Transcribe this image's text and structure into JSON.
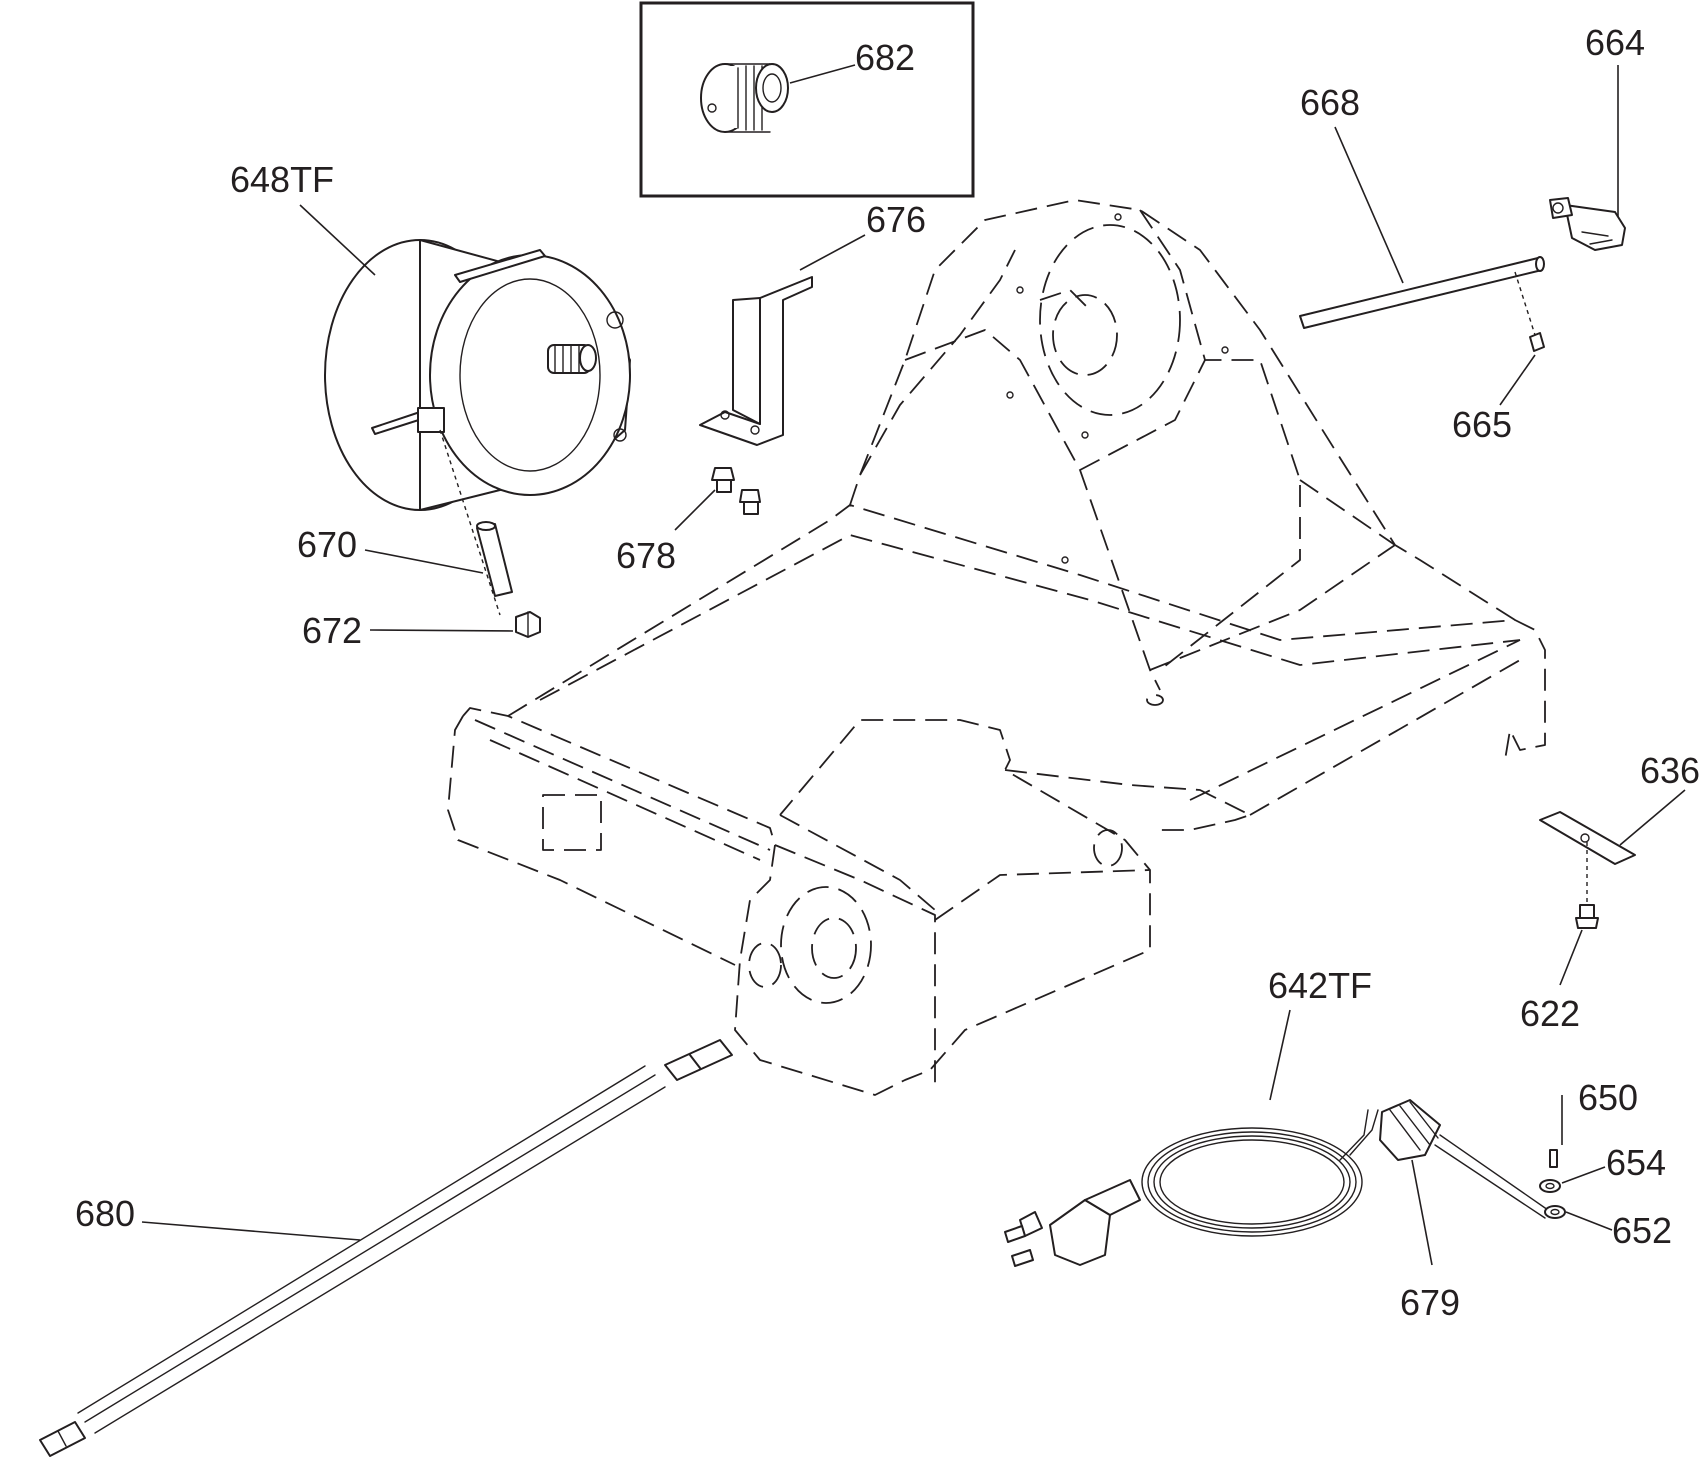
{
  "callouts": {
    "c682": "682",
    "c664": "664",
    "c668": "668",
    "c648TF": "648TF",
    "c676": "676",
    "c665": "665",
    "c670": "670",
    "c678": "678",
    "c672": "672",
    "c636": "636",
    "c642TF": "642TF",
    "c622": "622",
    "c650": "650",
    "c654": "654",
    "c680": "680",
    "c652": "652",
    "c679": "679"
  }
}
